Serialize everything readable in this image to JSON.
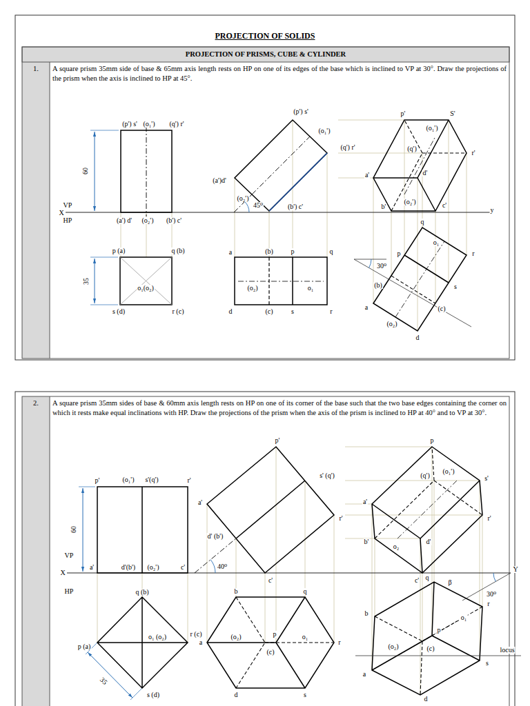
{
  "diagram": {
    "title": "PROJECTION OF SOLIDS",
    "nodes": [
      {
        "text": [
          "PROJECTION OF PRISMS, CUBE & CYLINDER"
        ]
      },
      {
        "text": [
          "1.",
          "A square prism 35mm side of base & 65mm axis length rests on HP on one of its edges of the base which is inclined to VP at 30°. Draw the projections of the prism when the axis is inclined to HP at 45°."
        ]
      },
      {
        "text": [
          "2.",
          "A square prism 35mm sides of base & 60mm axis length rests on HP on one of its corner of the base such that the two base edges containing the corner on which it rests make equal inclinations with HP. Draw the projections of the prism when the axis of the prism is inclined to HP at 40° and to VP at 30°."
        ]
      }
    ],
    "labels": [
      "(p') s'",
      "(o₁')",
      "(q') r'",
      "60",
      "VP",
      "X",
      "HP",
      "(a') d'",
      "(o₂')",
      "(b') c'",
      "p (a)",
      "q (b)",
      "35",
      "o₁(o₂)",
      "s (d)",
      "r (c)",
      "(p') s'",
      "(o₁')",
      "(q') r'",
      "(a')d'",
      "(o₂')",
      "45⁰",
      "(b') c'",
      "a",
      "(b)",
      "p",
      "q",
      "(o₂)",
      "o₁",
      "d",
      "(c)",
      "s",
      "r",
      "p'",
      "S'",
      "(o₁')",
      "(q')",
      "r'",
      "a'",
      "d'",
      "(o₂')",
      "b'",
      "c'",
      "y",
      "q",
      "p",
      "o₁",
      "r",
      "30⁰",
      "(b)",
      "s",
      "a",
      "(o₂)",
      "(c)",
      "d",
      "p'",
      "(o₁')",
      "s'(q')",
      "r'",
      "60",
      "VP",
      "X",
      "HP",
      "a'",
      "d'(b')",
      "(o₂')",
      "c'",
      "q (b)",
      "p (a)",
      "o₁ (o₂)",
      "r (c)",
      "35",
      "s (d)",
      "p'",
      "s' (q')",
      "a'",
      "r'",
      "d' (b')",
      "40⁰",
      "c'",
      "b",
      "q",
      "(o₂)",
      "p",
      "o₁",
      "a",
      "r",
      "(c)",
      "d",
      "s",
      "p",
      "(q')",
      "(o₁')",
      "s'",
      "a'",
      "r'",
      "b'",
      "o₂",
      "d'",
      "c'",
      "Y",
      "q",
      "β",
      "30⁰",
      "b",
      "r",
      "o₁",
      "(c)",
      "p",
      "locus",
      "s",
      "(o₂)",
      "a",
      "d"
    ]
  }
}
